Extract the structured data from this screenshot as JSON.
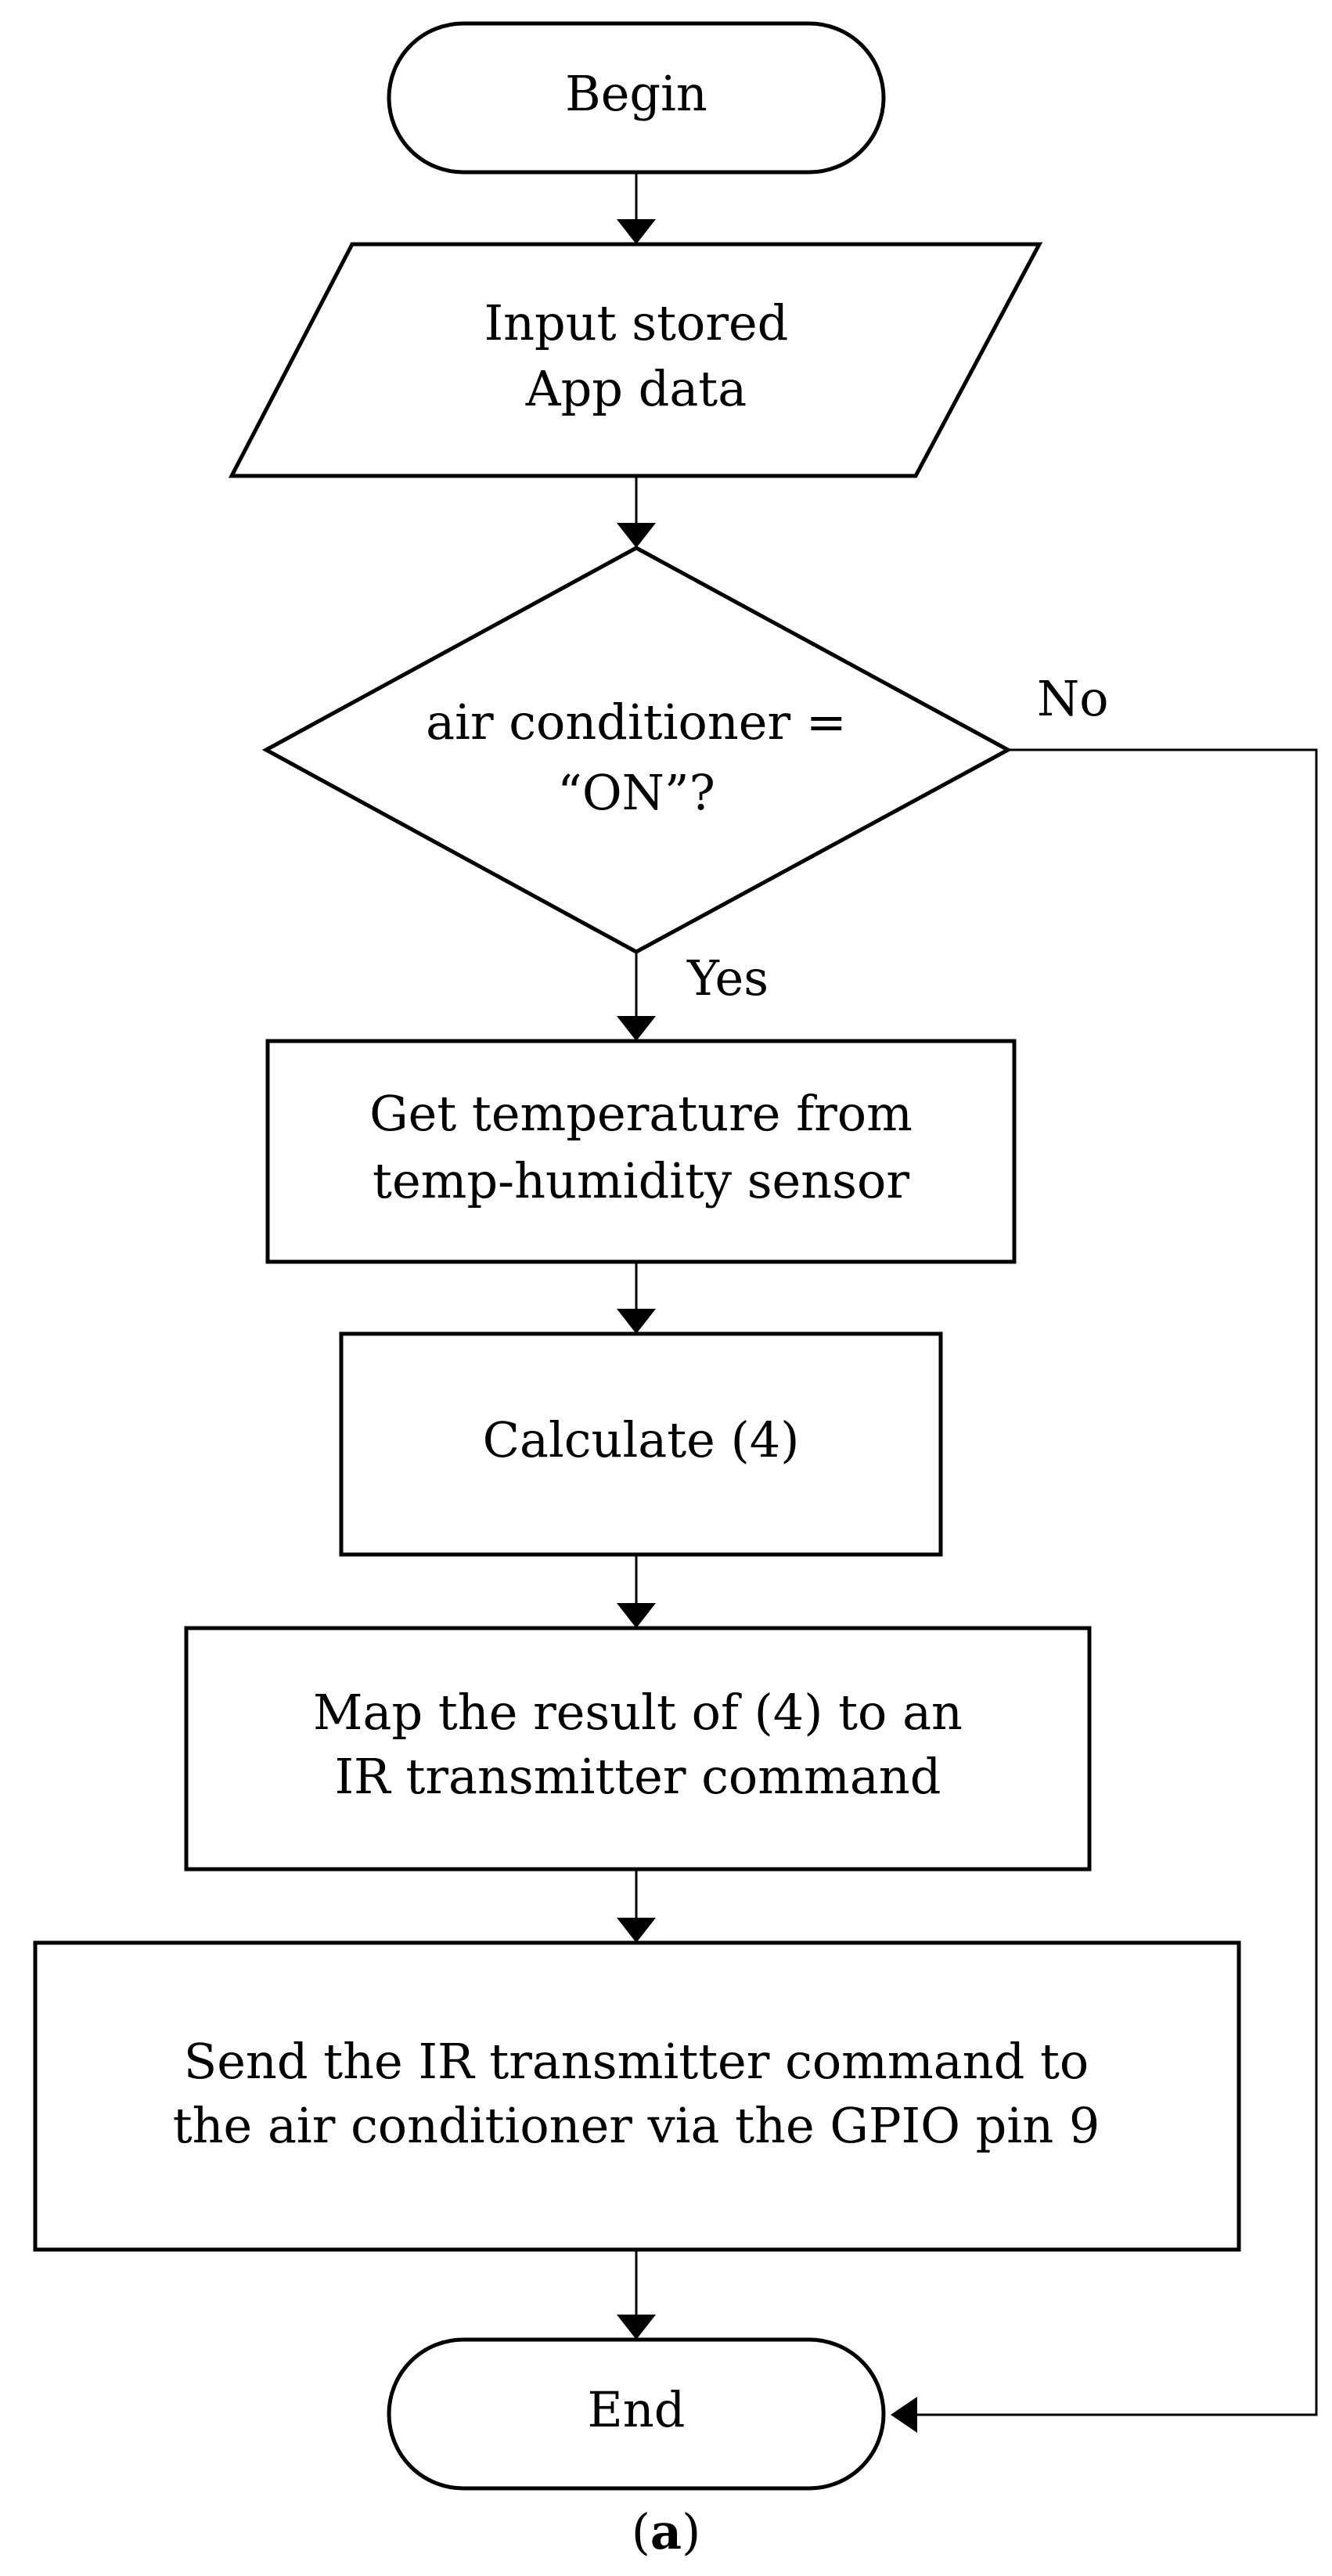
{
  "nodes": {
    "begin": {
      "lines": [
        "Begin"
      ]
    },
    "input": {
      "lines": [
        "Input stored",
        "App data"
      ]
    },
    "decision": {
      "lines": [
        "air conditioner =",
        "“ON”?"
      ]
    },
    "get_temp": {
      "lines": [
        "Get temperature from",
        "temp-humidity sensor"
      ]
    },
    "calculate": {
      "lines": [
        "Calculate (4)"
      ]
    },
    "map": {
      "lines": [
        "Map the result of (4) to an",
        "IR transmitter command"
      ]
    },
    "send": {
      "lines": [
        "Send the IR transmitter command to",
        "the air conditioner via the GPIO pin 9"
      ]
    },
    "end": {
      "lines": [
        "End"
      ]
    }
  },
  "edges": {
    "no_label": "No",
    "yes_label": "Yes"
  },
  "caption": {
    "open": "(",
    "letter": "a",
    "close": ")"
  }
}
